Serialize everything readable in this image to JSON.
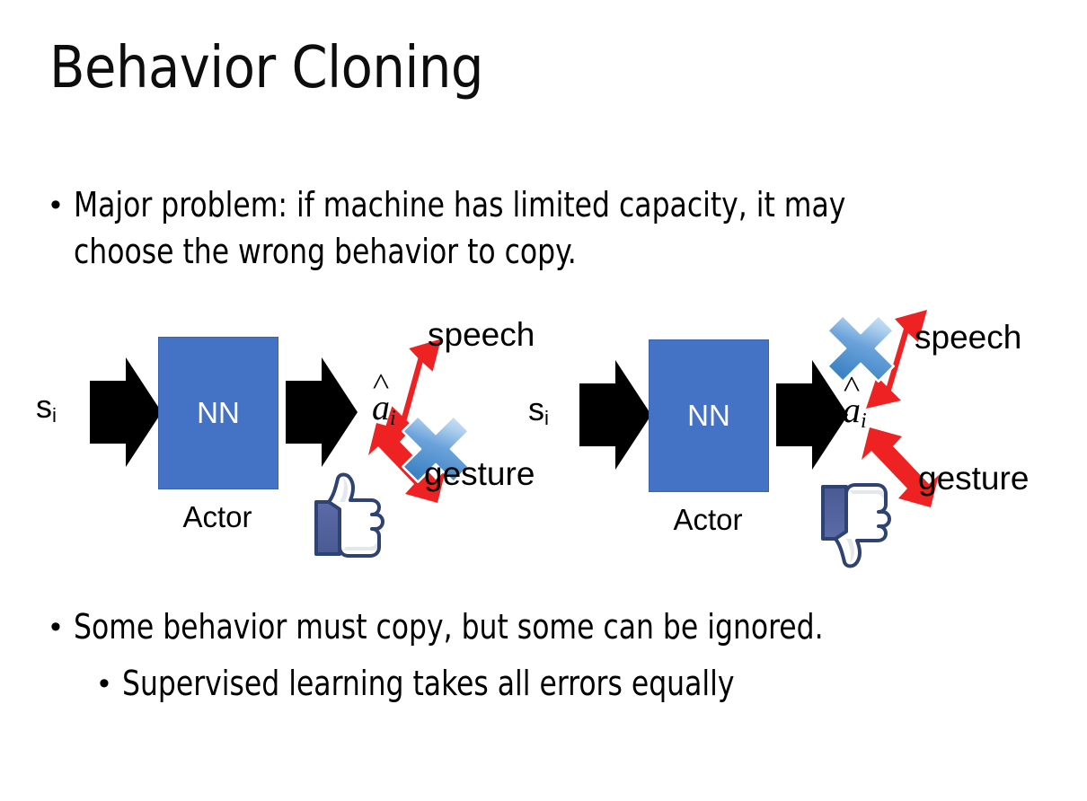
{
  "slide": {
    "title": "Behavior Cloning",
    "background_color": "#FFFFFF",
    "text_color": "#000000"
  },
  "bullets": [
    {
      "marker": "•",
      "level": 1,
      "text": "Major problem: if machine has limited capacity, it may choose the wrong behavior to copy."
    },
    {
      "marker": "•",
      "level": 1,
      "text": "Some behavior must copy, but some can be ignored."
    },
    {
      "marker": "•",
      "level": 2,
      "text": "Supervised learning takes all errors equally"
    }
  ],
  "colors": {
    "nn_box_fill": "#4472C4",
    "nn_box_border": "#3A63B0",
    "nn_box_text": "#FFFFFF",
    "arrow_black": "#000000",
    "arrow_red": "#EE2222",
    "cross_blue_light": "#CFE2F7",
    "cross_blue_mid": "#6FA8DC",
    "cross_blue_dark": "#2E75B6",
    "thumb_outline": "#3B5998",
    "thumb_cuff": "#55639B",
    "thumb_fill": "#FFFFFF"
  },
  "diagrams": [
    {
      "id": "left-diagram",
      "input_label": "s",
      "input_subscript": "i",
      "box_label": "NN",
      "box_caption": "Actor",
      "output_label": "a",
      "output_subscript": "i",
      "branches": [
        {
          "name": "speech",
          "label": "speech",
          "crossed_out": false
        },
        {
          "name": "gesture",
          "label": "gesture",
          "crossed_out": true
        }
      ],
      "verdict_icon": "thumbs-up-icon",
      "verdict": "approved"
    },
    {
      "id": "right-diagram",
      "input_label": "s",
      "input_subscript": "i",
      "box_label": "NN",
      "box_caption": "Actor",
      "output_label": "a",
      "output_subscript": "i",
      "branches": [
        {
          "name": "speech",
          "label": "speech",
          "crossed_out": true
        },
        {
          "name": "gesture",
          "label": "gesture",
          "crossed_out": false
        }
      ],
      "verdict_icon": "thumbs-down-icon",
      "verdict": "rejected"
    }
  ]
}
